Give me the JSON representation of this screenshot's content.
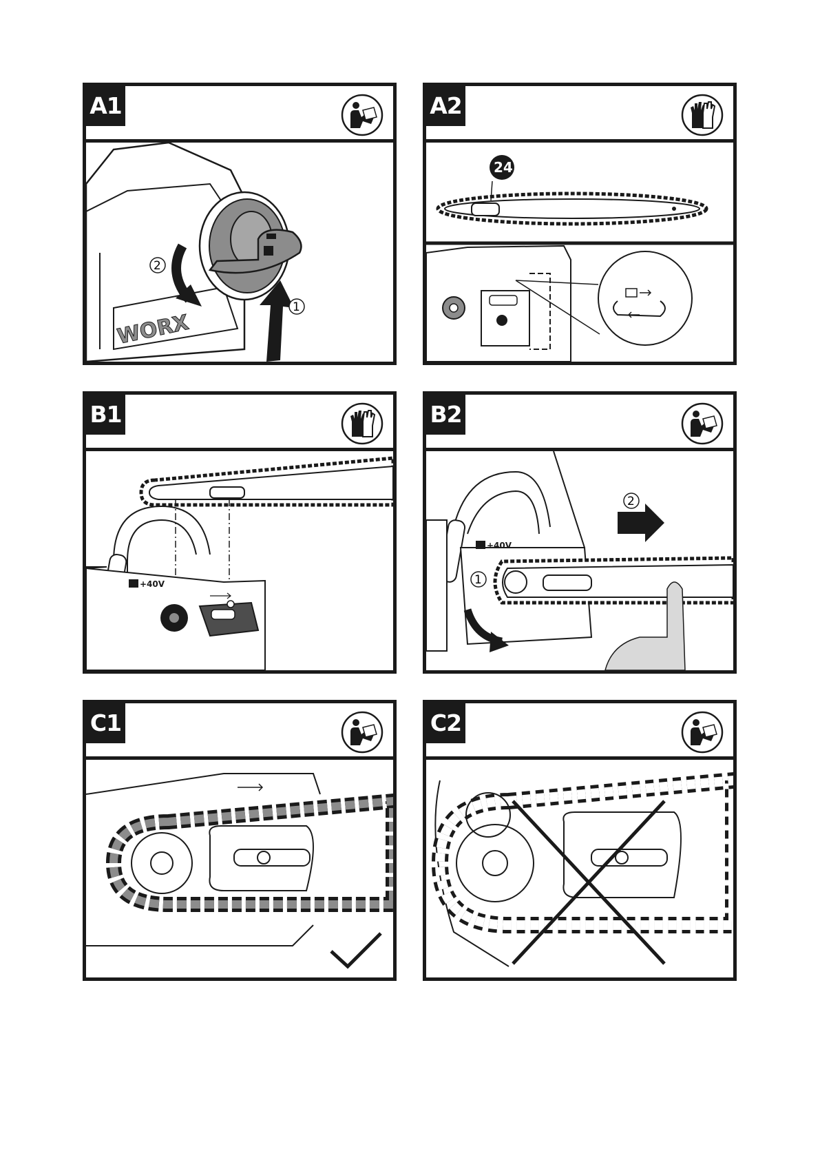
{
  "panels": {
    "a1": {
      "label": "A1",
      "icon": "read-manual-icon",
      "steps": [
        "2",
        "1"
      ],
      "brand": "WORX"
    },
    "a2": {
      "label": "A2",
      "icon": "gloves-icon",
      "part_number": "24"
    },
    "b1": {
      "label": "B1",
      "icon": "gloves-icon",
      "battery_label": "+40V"
    },
    "b2": {
      "label": "B2",
      "icon": "read-manual-icon",
      "steps": [
        "2",
        "1"
      ],
      "battery_label": "+40V"
    },
    "c1": {
      "label": "C1",
      "icon": "read-manual-icon",
      "verdict": "check-mark-icon"
    },
    "c2": {
      "label": "C2",
      "icon": "read-manual-icon",
      "verdict": "cross-mark-icon"
    }
  },
  "colors": {
    "ink": "#1a1a1a",
    "shade": "#8c8c8c",
    "light_shade": "#d9d9d9"
  }
}
